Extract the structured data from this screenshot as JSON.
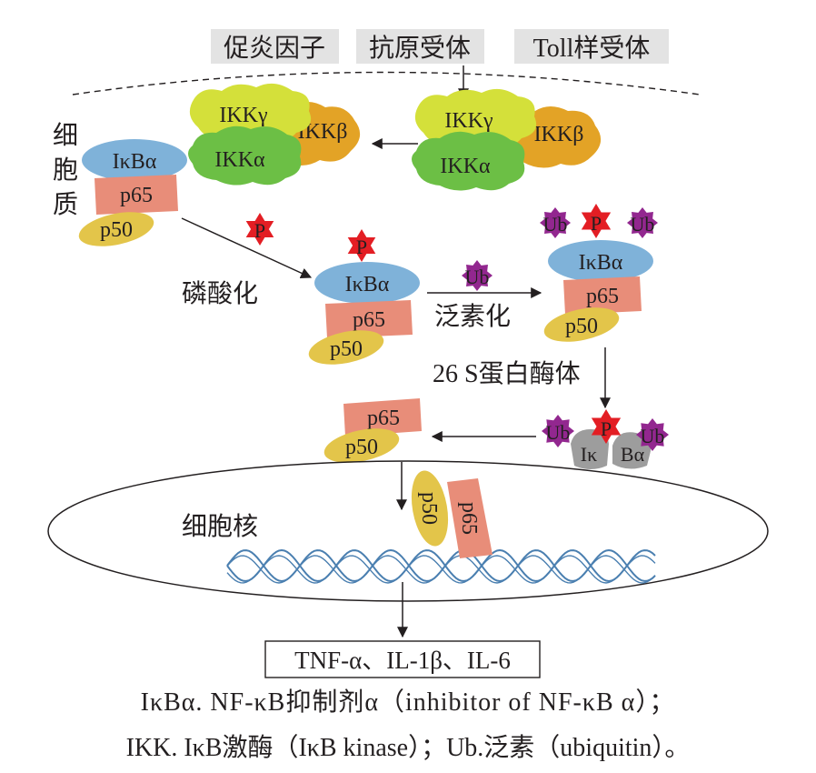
{
  "stimuli": [
    "促炎因子",
    "抗原受体",
    "Toll样受体"
  ],
  "cytoplasm_label": "细\n胞\n质",
  "nucleus_label": "细胞核",
  "ikk": {
    "gamma": "IKKγ",
    "beta": "IKKβ",
    "alpha": "IKKα"
  },
  "proteins": {
    "ikba": "IκBα",
    "p65": "p65",
    "p50": "p50",
    "p": "P",
    "ub": "Ub",
    "ik_left": "Iκ",
    "ik_right": "Bα"
  },
  "steps": {
    "phosphorylation": "磷酸化",
    "ubiquitination": "泛素化",
    "proteasome": "26 S蛋白酶体"
  },
  "output_genes": "TNF-α、IL-1β、IL-6",
  "caption": {
    "line1": "IκBα. NF-κB抑制剂α（inhibitor of NF-κB α）；",
    "line2": "IKK. IκB激酶（IκB kinase）；Ub.泛素（ubiquitin）。"
  },
  "colors": {
    "ikba": "#7fb2d9",
    "p65": "#e88d79",
    "p50": "#e3c54a",
    "phospho": "#e31e24",
    "ubiquitin": "#92278f",
    "ikk_gamma": "#d4e03a",
    "ikk_beta": "#e3a326",
    "ikk_alpha": "#6cbf45",
    "stimulus_bg": "#e3e3e3",
    "degraded": "#9d9d9d",
    "dna": "#4a7fb0"
  }
}
